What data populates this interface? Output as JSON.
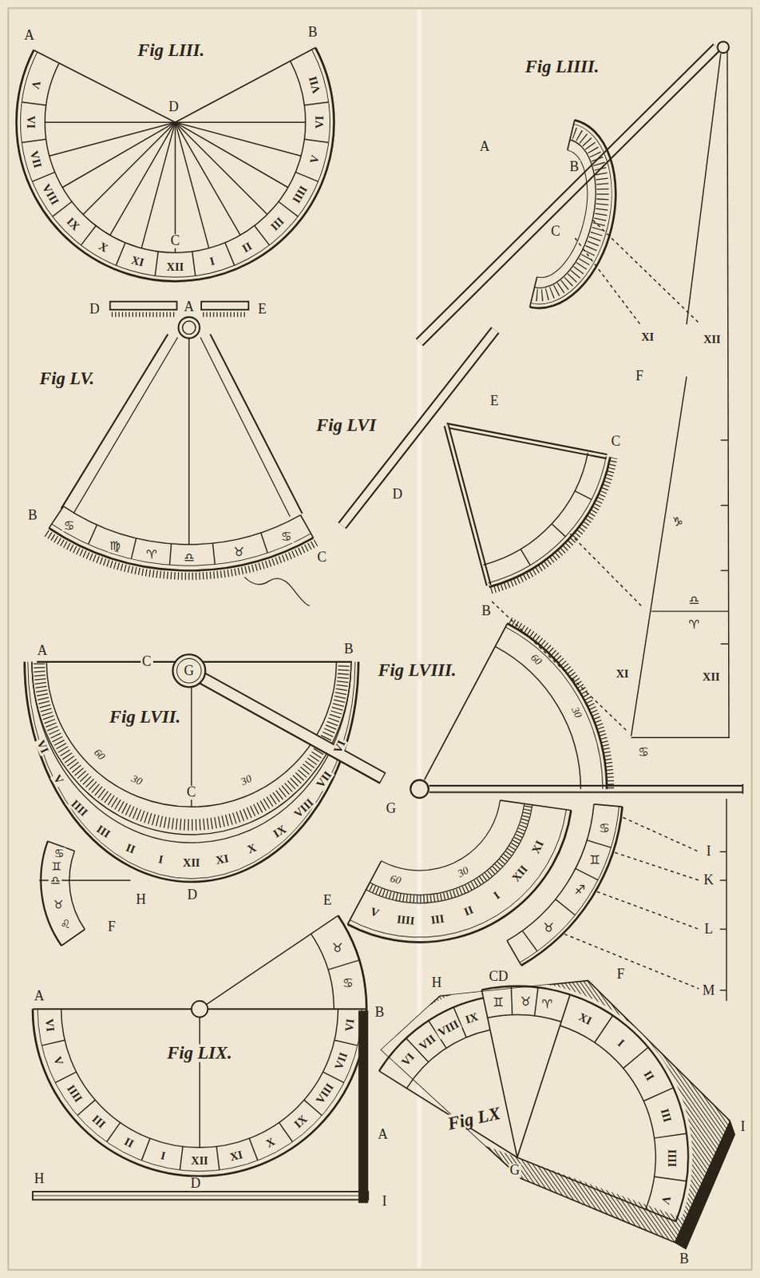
{
  "diagram": {
    "labels": [
      "Fig LIII.",
      "A",
      "B",
      "D",
      "C",
      "V",
      "VI",
      "VII",
      "VIII",
      "IX",
      "X",
      "XI",
      "XII",
      "I",
      "II",
      "III",
      "IIII",
      "V",
      "VI",
      "VII",
      "Fig LIIII.",
      "A",
      "B",
      "C",
      "XI",
      "XII",
      "F",
      "♑",
      "♎",
      "♈",
      "XI",
      "XII",
      "♋",
      "D",
      "A",
      "E",
      "Fig LV.",
      "B",
      "C",
      "♋",
      "♍",
      "♈",
      "♎",
      "♉",
      "♋",
      "Fig LVI",
      "E",
      "D",
      "C",
      "B",
      "A",
      "C",
      "G",
      "B",
      "Fig LVII.",
      "60",
      "30",
      "C",
      "30",
      "VI",
      "V",
      "IIII",
      "III",
      "II",
      "I",
      "XII",
      "XI",
      "X",
      "IX",
      "VIII",
      "VII",
      "VI",
      "♋",
      "♊",
      "♎",
      "♉",
      "♌",
      "F",
      "H",
      "D",
      "Fig LVIII.",
      "60",
      "30",
      "G",
      "60",
      "30",
      "V",
      "IIII",
      "III",
      "II",
      "I",
      "XII",
      "XI",
      "♋",
      "♊",
      "♐",
      "♉",
      "I",
      "K",
      "L",
      "M",
      "E",
      "♉",
      "♋",
      "A",
      "B",
      "Fig LIX.",
      "VI",
      "V",
      "IIII",
      "III",
      "II",
      "I",
      "XII",
      "XI",
      "X",
      "IX",
      "VIII",
      "VII",
      "VI",
      "A",
      "H",
      "D",
      "I",
      "H",
      "CD",
      "F",
      "♊",
      "♉",
      "♈",
      "VI",
      "VII",
      "VIII",
      "IX",
      "XI",
      "I",
      "II",
      "III",
      "IIII",
      "V",
      "Fig LX",
      "G",
      "I",
      "B"
    ]
  }
}
